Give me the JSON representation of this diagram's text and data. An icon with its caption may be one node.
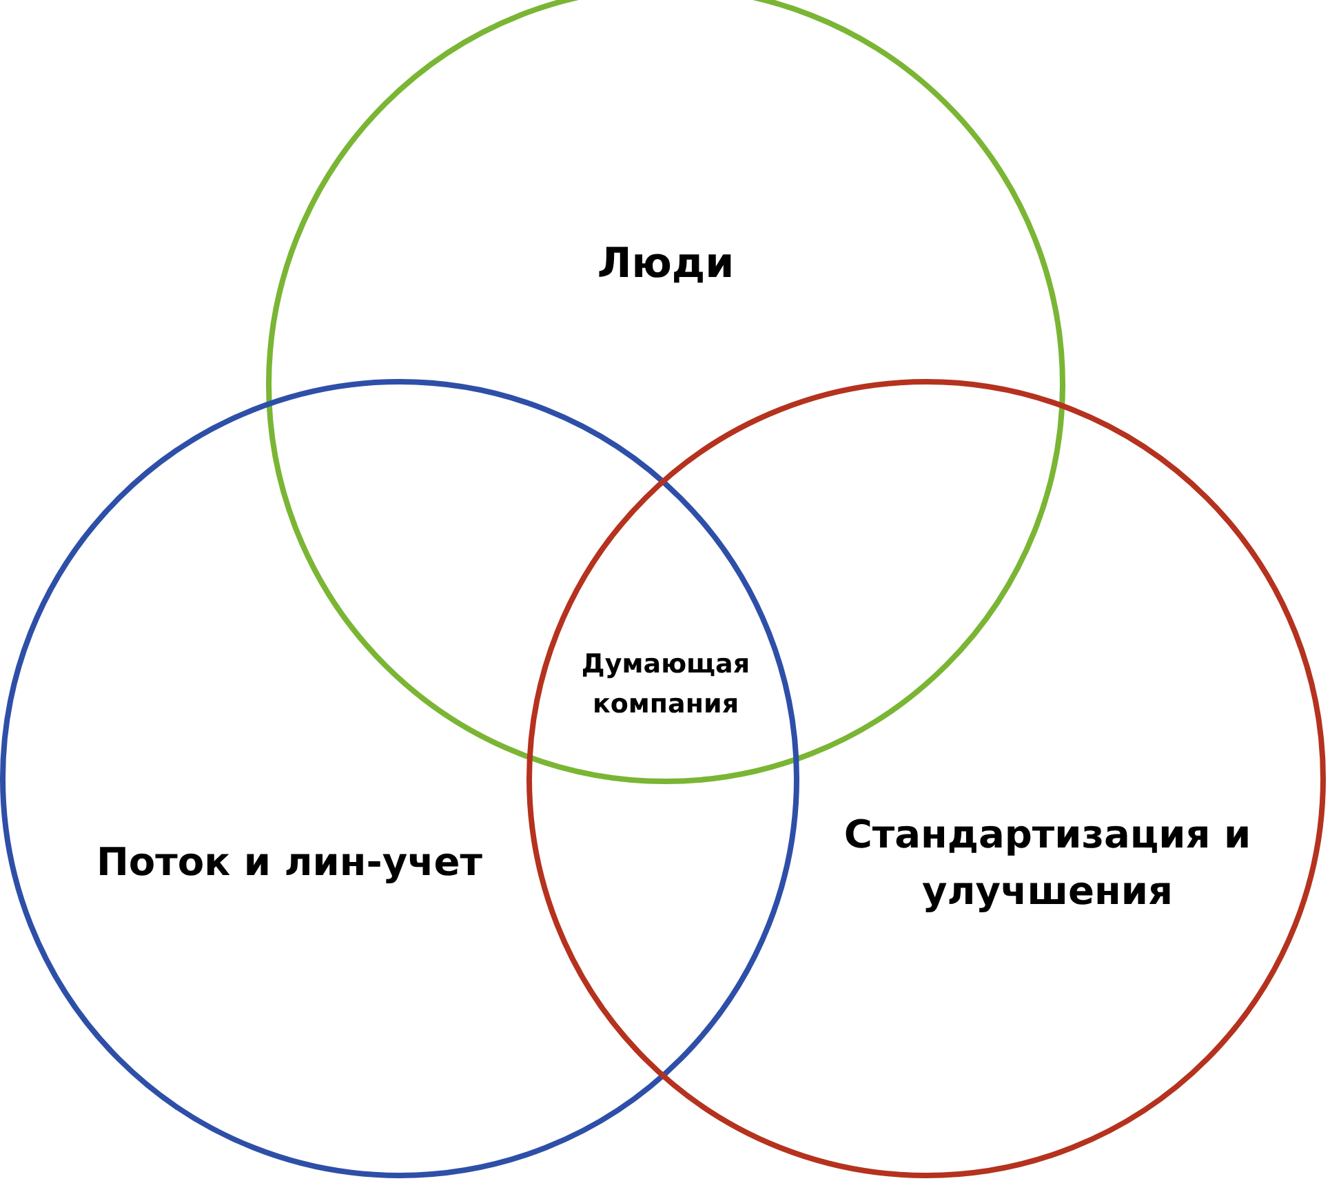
{
  "diagram": {
    "nodes": [
      {
        "text": [
          "Люди"
        ]
      },
      {
        "text": [
          "Поток и лин-учет"
        ]
      },
      {
        "text": [
          "Стандартизация и улучшения"
        ]
      }
    ],
    "labels": [
      "Думающая компания"
    ]
  }
}
